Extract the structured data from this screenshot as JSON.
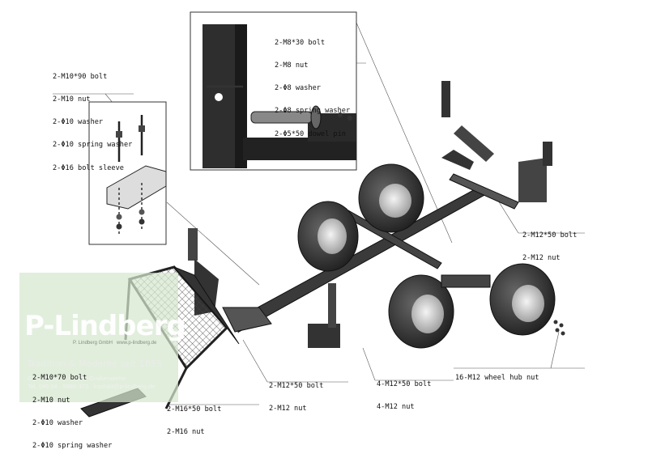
{
  "labels": {
    "left_bolts": [
      "2-M10*90 bolt",
      "2-M10 nut",
      "2-Φ10 washer",
      "2-Φ10 spring washer",
      "2-Φ16 bolt sleeve"
    ],
    "top_inset": [
      "2-M8*30 bolt",
      "2-M8 nut",
      "2-Φ8 washer",
      "2-Φ8 spring washer",
      "2-Φ5*50 dowel pin"
    ],
    "right_axle": [
      "2-M12*50 bolt",
      "2-M12 nut"
    ],
    "center_front": [
      "2-M12*50 bolt",
      "2-M12 nut"
    ],
    "axle_center": [
      "4-M12*50 bolt",
      "4-M12 nut"
    ],
    "wheel_hub": [
      "16-M12 wheel hub nut"
    ],
    "bottom_left_a": [
      "2-M10*70 bolt",
      "2-M10 nut",
      "2-Φ10 washer",
      "2-Φ10 spring washer"
    ],
    "bottom_left_b": [
      "2-M16*50 bolt",
      "2-M16 nut"
    ]
  },
  "watermark": {
    "logo": "P-Lindberg",
    "company": "P. Lindberg GmbH",
    "url": "www.p-lindberg.de",
    "tagline": "Tradition & Moderne seit 1855",
    "address": "Gewerbestr. 3 · 24969 Großenwiehe",
    "phone": "Tel. 046 04 · 9888-373 · kontakt@p-lindberg.de"
  }
}
